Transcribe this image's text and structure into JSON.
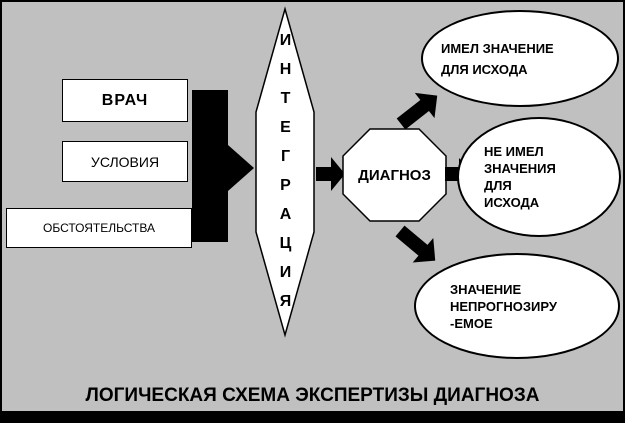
{
  "colors": {
    "background": "#c0c0c0",
    "shape_fill": "#ffffff",
    "line": "#000000"
  },
  "inputs": {
    "doctor": "ВРАЧ",
    "conditions": "УСЛОВИЯ",
    "circumstances": "ОБСТОЯТЕЛЬСТВА"
  },
  "integration": {
    "label": "ИНТЕГРАЦИЯ"
  },
  "diagnosis": {
    "label": "ДИАГНОЗ"
  },
  "outcomes": {
    "mattered": "ИМЕЛ ЗНАЧЕНИЕ\nДЛЯ ИСХОДА",
    "not_mattered": "НЕ ИМЕЛ\nЗНАЧЕНИЯ\nДЛЯ\nИСХОДА",
    "unpredictable": "ЗНАЧЕНИЕ\nНЕПРОГНОЗИРУ\n-ЕМОЕ"
  },
  "caption": "ЛОГИЧЕСКАЯ СХЕМА ЭКСПЕРТИЗЫ ДИАГНОЗА"
}
